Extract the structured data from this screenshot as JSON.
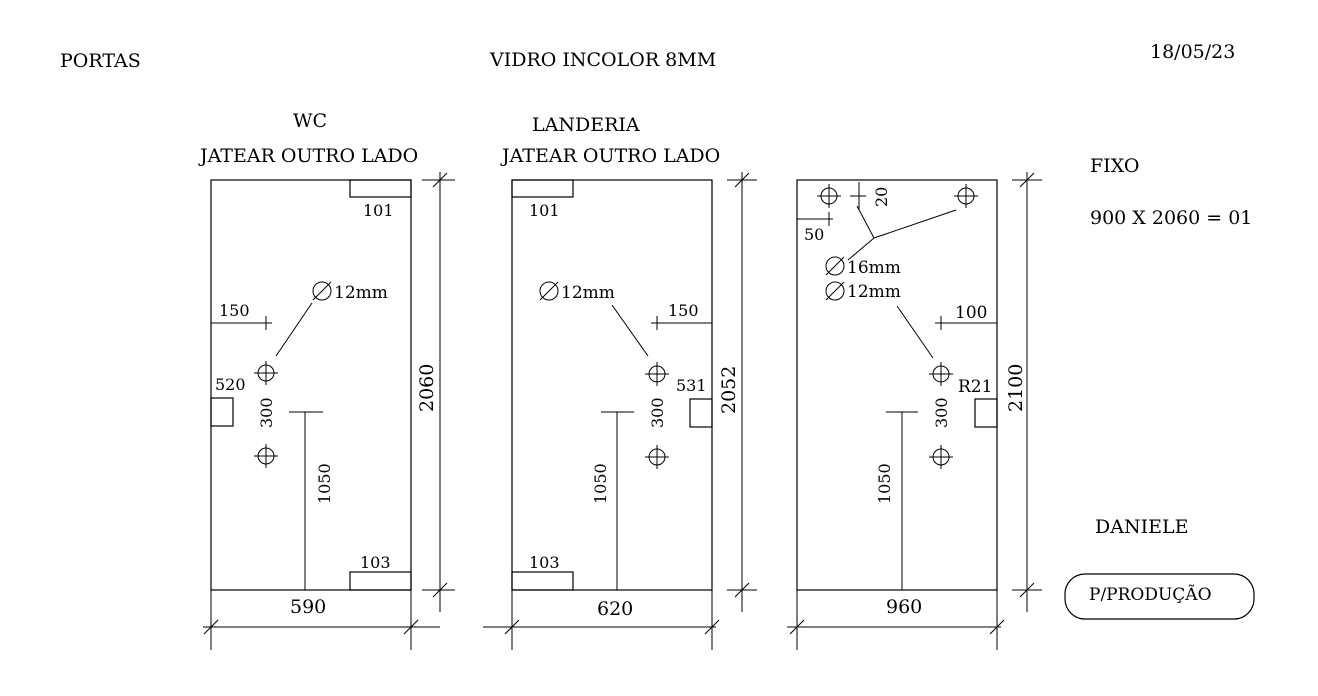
{
  "header": {
    "left": "PORTAS",
    "center": "VIDRO INCOLOR 8MM",
    "date": "18/05/23"
  },
  "panel1": {
    "title": "WC",
    "subtitle": "JATEAR OUTRO LADO",
    "top_cutout": "101",
    "bottom_cutout": "103",
    "hole_offset": "150",
    "hole_diameter": "12mm",
    "lock_height": "520",
    "hole_spacing": "300",
    "handle_height": "1050",
    "width": "590",
    "height": "2060"
  },
  "panel2": {
    "title": "LANDERIA",
    "subtitle": "JATEAR OUTRO LADO",
    "top_cutout": "101",
    "bottom_cutout": "103",
    "hole_offset": "150",
    "hole_diameter": "12mm",
    "lock_height": "531",
    "hole_spacing": "300",
    "handle_height": "1050",
    "width": "620",
    "height": "2052"
  },
  "panel3": {
    "top_offset": "20",
    "side_offset": "50",
    "hole_diameter_a": "16mm",
    "hole_diameter_b": "12mm",
    "hole_offset": "100",
    "lock_label": "R21",
    "hole_spacing": "300",
    "handle_height": "1050",
    "width": "960",
    "height": "2100"
  },
  "fixo": {
    "title": "FIXO",
    "spec": "900 X 2060 = 01"
  },
  "client": "DANIELE",
  "stamp": "P/PRODUÇÃO"
}
